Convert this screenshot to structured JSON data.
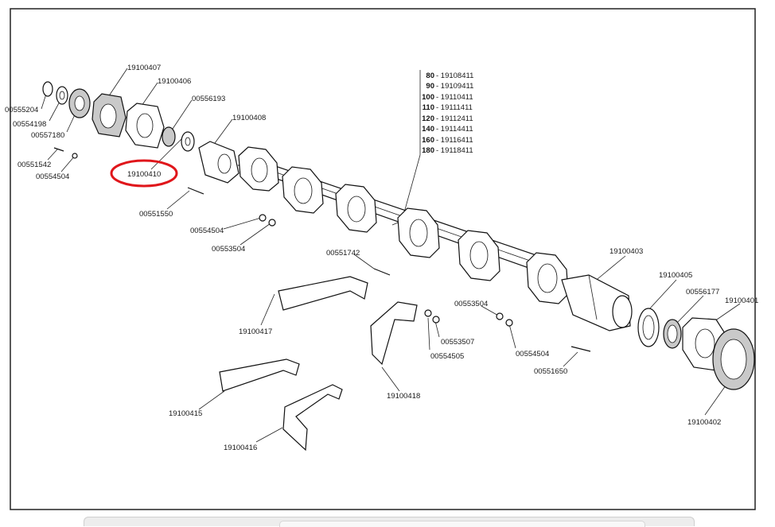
{
  "labels": {
    "p00555204": "00555204",
    "p00554198": "00554198",
    "p00557180": "00557180",
    "p00551542": "00551542",
    "p00554504a": "00554504",
    "p19100407": "19100407",
    "p19100406": "19100406",
    "p00556193": "00556193",
    "p19100408": "19100408",
    "p19100410": "19100410",
    "p00551550": "00551550",
    "p00554504b": "00554504",
    "p00553504a": "00553504",
    "p00551742": "00551742",
    "p19100417": "19100417",
    "p00553504b": "00553504",
    "p00553507": "00553507",
    "p00554505": "00554505",
    "p19100418": "19100418",
    "p00554504c": "00554504",
    "p00551650": "00551650",
    "p19100403": "19100403",
    "p19100405": "19100405",
    "p00556177": "00556177",
    "p19100401": "19100401",
    "p19100402": "19100402",
    "p19100415": "19100415",
    "p19100416": "19100416"
  },
  "size_table": [
    {
      "size": "80",
      "code": "- 19108411"
    },
    {
      "size": "90",
      "code": "- 19109411"
    },
    {
      "size": "100",
      "code": "- 19110411"
    },
    {
      "size": "110",
      "code": "- 19111411"
    },
    {
      "size": "120",
      "code": "- 19112411"
    },
    {
      "size": "140",
      "code": "- 19114411"
    },
    {
      "size": "160",
      "code": "- 19116411"
    },
    {
      "size": "180",
      "code": "- 19118411"
    }
  ],
  "highlight": {
    "color": "#e0161b"
  }
}
